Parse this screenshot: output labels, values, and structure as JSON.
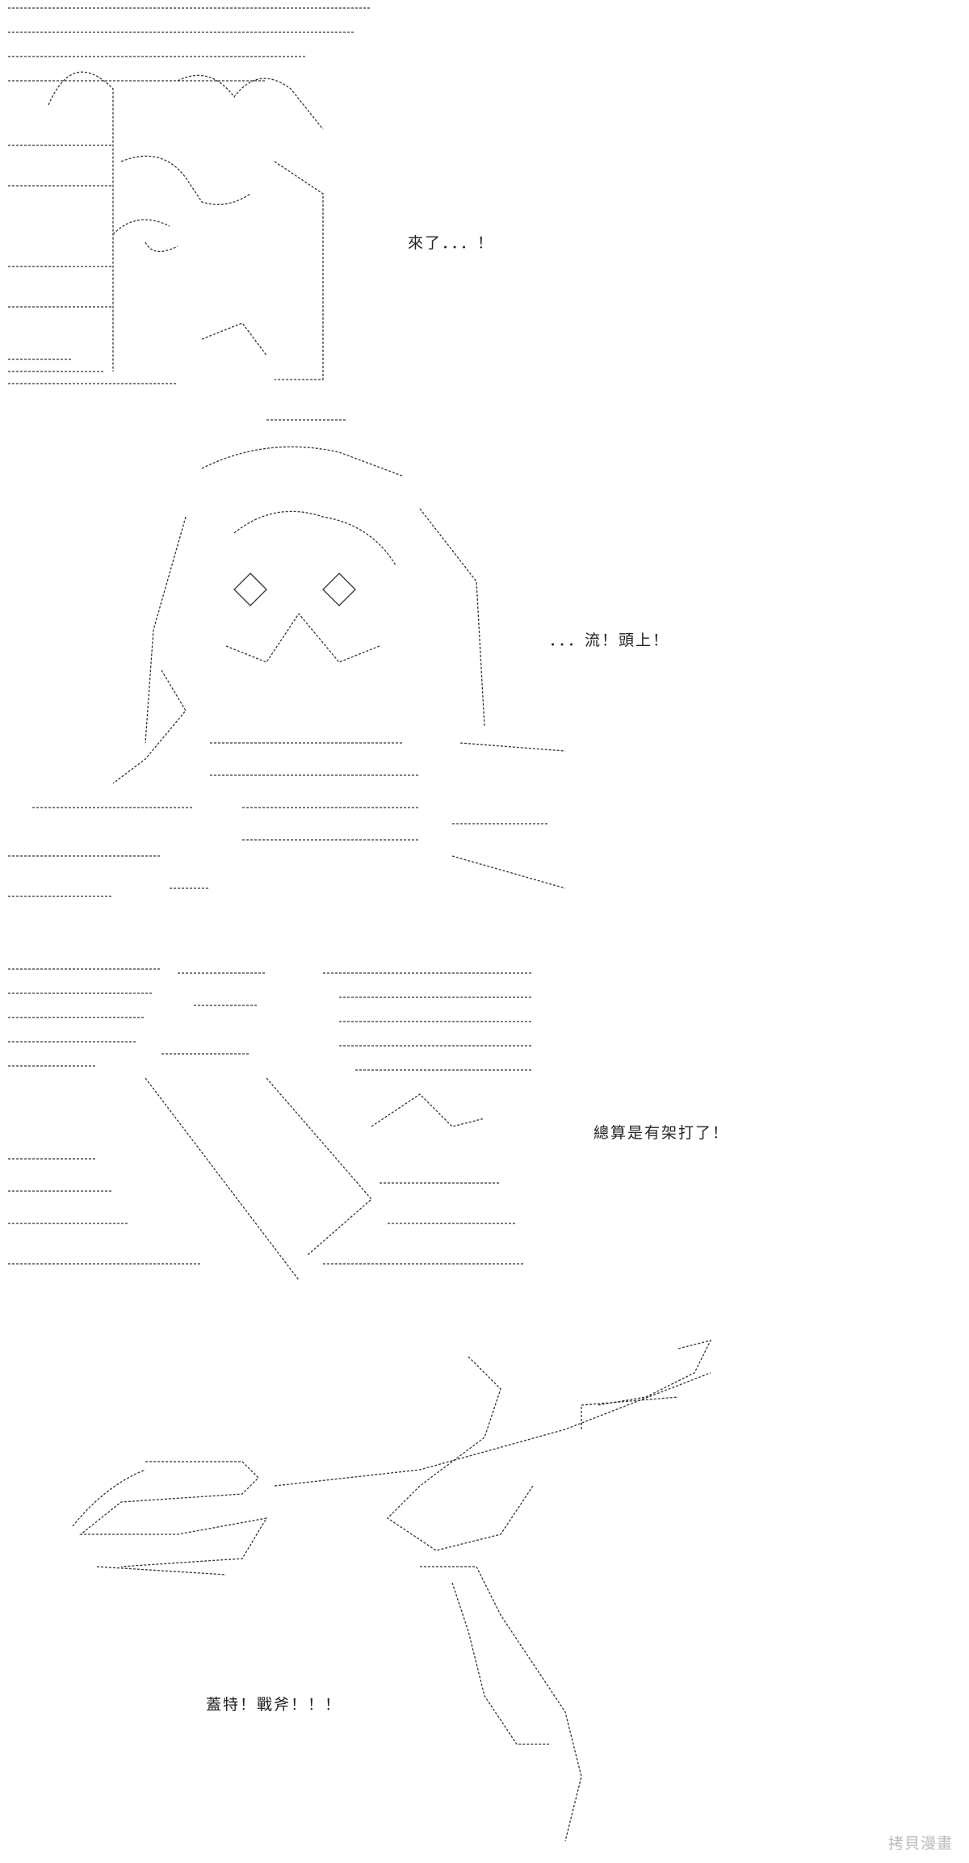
{
  "panels": [
    {
      "caption": "來了．．．！"
    },
    {
      "caption": "．．．流！頭上！"
    },
    {
      "caption": "總算是有架打了！"
    },
    {
      "caption": "蓋特！戰斧！！！"
    }
  ],
  "watermark": "拷貝漫畫"
}
